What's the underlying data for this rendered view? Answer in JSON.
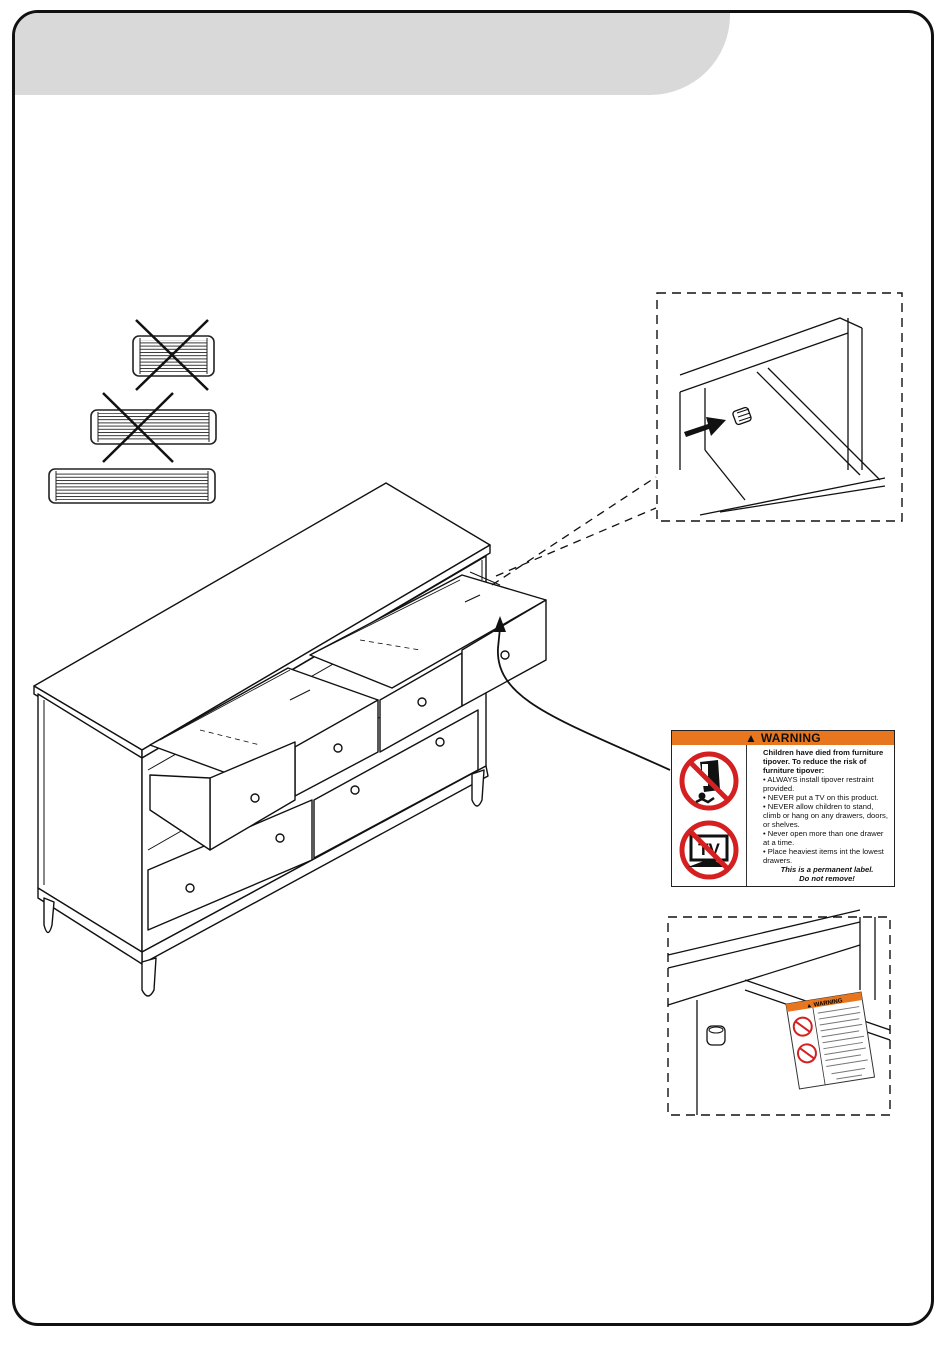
{
  "warning_label": {
    "heading": "▲ WARNING",
    "intro": "Children have died from furniture tipover. To reduce the risk of furniture tipover:",
    "bullets": [
      "ALWAYS install tipover restraint provided.",
      "NEVER put a TV on this product.",
      "NEVER allow children to stand, climb or hang on any drawers, doors, or shelves.",
      "Never open more than one drawer at a time.",
      "Place heaviest items int the lowest drawers."
    ],
    "footer_line1": "This is a permanent label.",
    "footer_line2": "Do not remove!",
    "tv_icon_text": "TV",
    "mini_heading": "▲ WARNING",
    "colors": {
      "header": "#e8761f",
      "prohibition": "#d42020"
    }
  },
  "icons": [
    "no-tipover-icon",
    "no-tv-icon",
    "cross-mark-icon",
    "arrow-icon"
  ]
}
